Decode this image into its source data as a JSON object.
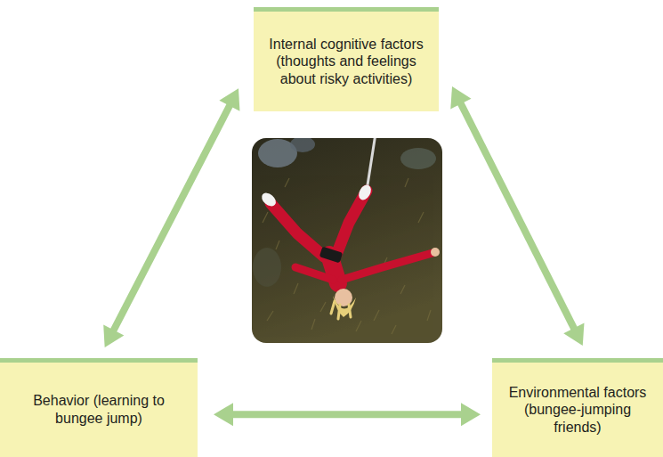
{
  "diagram": {
    "nodes": [
      {
        "text": [
          "Internal cognitive factors (thoughts and feelings about risky activities)"
        ]
      },
      {
        "text": [
          "Behavior (learning to bungee jump)"
        ]
      },
      {
        "text": [
          "Environmental factors (bungee-jumping friends)"
        ]
      }
    ],
    "edges": [
      {
        "from": 0,
        "to": 1,
        "arrow": "both"
      },
      {
        "from": 1,
        "to": 2,
        "arrow": "both"
      },
      {
        "from": 2,
        "to": 0,
        "arrow": "both"
      }
    ]
  }
}
